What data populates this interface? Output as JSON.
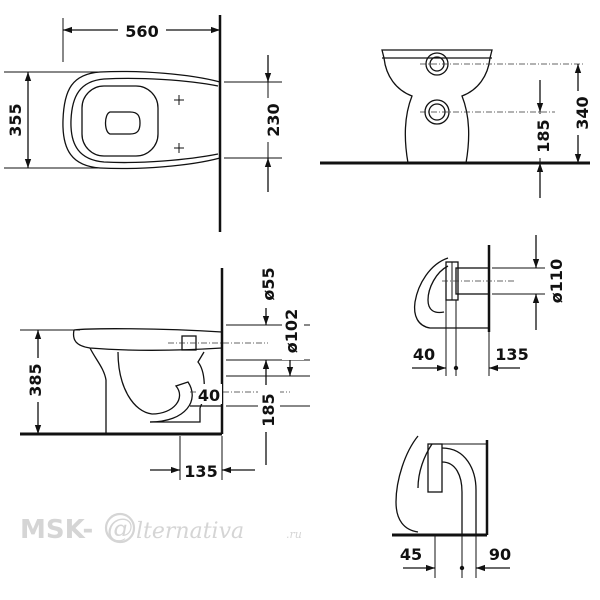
{
  "dimensions": {
    "top_width": "560",
    "top_depth": "355",
    "top_seat": "230",
    "front_height": "340",
    "front_mid": "185",
    "outlet_upper": "ø55",
    "outlet_lower": "ø102",
    "side_height": "385",
    "side_offset": "40",
    "side_outlet": "185",
    "side_bottom": "135",
    "detail1_pipe": "ø110",
    "detail1_left": "40",
    "detail1_right": "135",
    "detail2_left": "45",
    "detail2_right": "90"
  },
  "watermark": {
    "prefix": "MSK-",
    "at": "@",
    "suffix": "lternativa",
    "tld": ".ru"
  }
}
